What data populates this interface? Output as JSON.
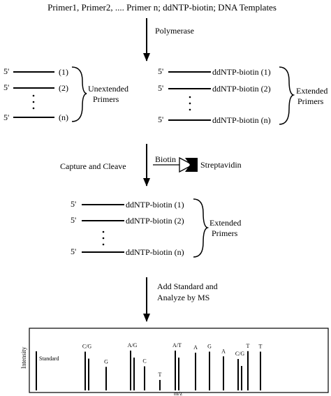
{
  "header": {
    "text": "Primer1, Primer2, .... Primer n; ddNTP-biotin; DNA Templates"
  },
  "steps": {
    "polymerase": "Polymerase",
    "capture": "Capture and Cleave",
    "analyze_line1": "Add Standard and",
    "analyze_line2": "Analyze by MS"
  },
  "strand": {
    "five_prime": "5'",
    "label_1": "(1)",
    "label_2": "(2)",
    "label_n": "(n)",
    "ext_1": "ddNTP-biotin (1)",
    "ext_2": "ddNTP-biotin (2)",
    "ext_n": "ddNTP-biotin (n)"
  },
  "groups": {
    "unextended_line1": "Unextended",
    "unextended_line2": "Primers",
    "extended_line1": "Extended",
    "extended_line2": "Primers"
  },
  "capture": {
    "biotin": "Biotin",
    "streptavidin": "Streptavidin"
  },
  "spectrum": {
    "ylabel": "Intensity",
    "xlabel": "m/z",
    "standard": "Standard",
    "peaks": [
      {
        "label": "C/G",
        "height": 0.74
      },
      {
        "label": "G",
        "height": 0.45
      },
      {
        "label": "A/G",
        "height": 0.76
      },
      {
        "label": "C",
        "height": 0.46
      },
      {
        "label": "T",
        "height": 0.2
      },
      {
        "label": "A/T",
        "height": 0.76
      },
      {
        "label": "A",
        "height": 0.72
      },
      {
        "label": "G",
        "height": 0.74
      },
      {
        "label": "A",
        "height": 0.65
      },
      {
        "label": "C/G",
        "height": 0.6
      },
      {
        "label": "T",
        "height": 0.75
      },
      {
        "label": "T",
        "height": 0.74
      }
    ]
  }
}
